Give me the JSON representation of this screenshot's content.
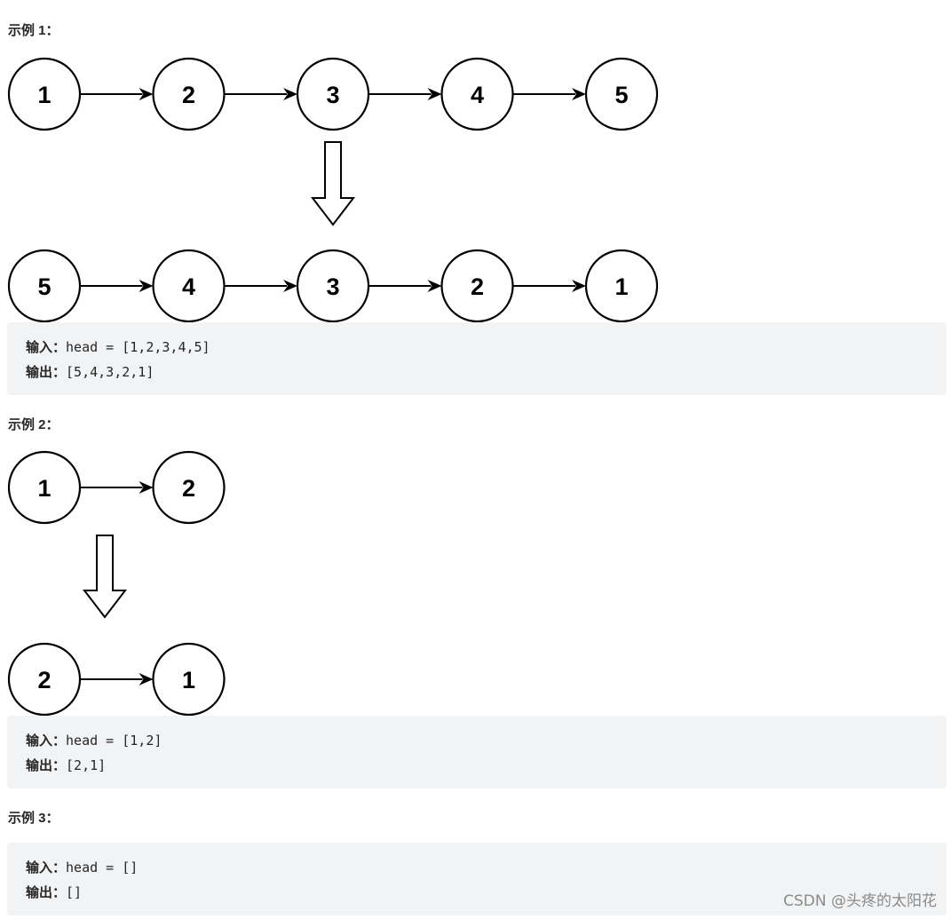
{
  "examples": [
    {
      "heading": "示例 1：",
      "before_nodes": [
        "1",
        "2",
        "3",
        "4",
        "5"
      ],
      "after_nodes": [
        "5",
        "4",
        "3",
        "2",
        "1"
      ],
      "input_label": "输入：",
      "input_value": "head = [1,2,3,4,5]",
      "output_label": "输出：",
      "output_value": "[5,4,3,2,1]"
    },
    {
      "heading": "示例 2：",
      "before_nodes": [
        "1",
        "2"
      ],
      "after_nodes": [
        "2",
        "1"
      ],
      "input_label": "输入：",
      "input_value": "head = [1,2]",
      "output_label": "输出：",
      "output_value": "[2,1]"
    },
    {
      "heading": "示例 3：",
      "input_label": "输入：",
      "input_value": "head = []",
      "output_label": "输出：",
      "output_value": "[]"
    }
  ],
  "watermark": "CSDN @头疼的太阳花"
}
